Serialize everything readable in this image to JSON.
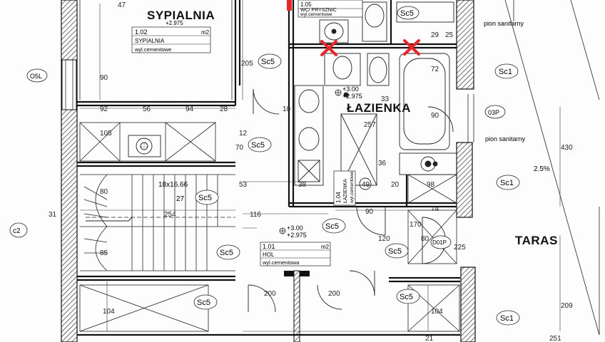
{
  "rooms": {
    "bedroom": "SYPIALNIA",
    "bathroom": "ŁAZIENKA",
    "terrace": "TARAS"
  },
  "room_cards": {
    "bedroom": {
      "number": "1.02",
      "unit": "m2",
      "name": "SYPIALNIA",
      "finish": "wyl.cementowe",
      "level": "+2.975"
    },
    "bathroom": {
      "number": "1.04",
      "name": "ŁAZIENKA",
      "finish": "wyl.cementowe"
    },
    "hall": {
      "number": "1.01",
      "unit": "m2",
      "name": "HOL",
      "finish": "wyl.cementowa"
    },
    "shower": {
      "number": "1.05",
      "name": "WC/ PRYSZNIC",
      "finish": "wyl.cementowe"
    }
  },
  "levels": {
    "bath": {
      "top": "+3.00",
      "bottom": "+2.975"
    },
    "hall": {
      "top": "+3.00",
      "bottom": "+2.975"
    }
  },
  "notes": {
    "pipe_top": "pion sanitarny",
    "pipe_mid": "pion sanitarny",
    "slope": "2.5%"
  },
  "stairs": {
    "spec": "18x16.66",
    "steps": "27"
  },
  "tags": {
    "sc5": "Sc5",
    "sc1": "Sc1",
    "o5l": "O5L",
    "o3p": "03P",
    "d01p": "D01P",
    "c2": "c2"
  },
  "dims": {
    "d_47": "47",
    "d_90a": "90",
    "d_205": "205",
    "d_92": "92",
    "d_56": "56",
    "d_94": "94",
    "d_28": "28",
    "d_105": "105",
    "d_70": "70",
    "d_12": "12",
    "d_10": "10",
    "d_257": "257",
    "d_53": "53",
    "d_33": "33",
    "d_36": "36",
    "d_38": "38",
    "d_49": "49",
    "d_20": "20",
    "d_98": "98",
    "d_74": "74",
    "d_72": "72",
    "d_90b": "90",
    "d_29": "29",
    "d_25": "25",
    "d_116": "116",
    "d_31": "31",
    "d_254": "254",
    "d_80": "80",
    "d_85": "85",
    "d_120": "120",
    "d_170": "170",
    "d_225": "225",
    "d_430": "430",
    "d_209": "209",
    "d_251": "251",
    "d_104": "104",
    "d_200": "200",
    "d_21": "21"
  },
  "markers": {
    "color": "#e8262a"
  }
}
